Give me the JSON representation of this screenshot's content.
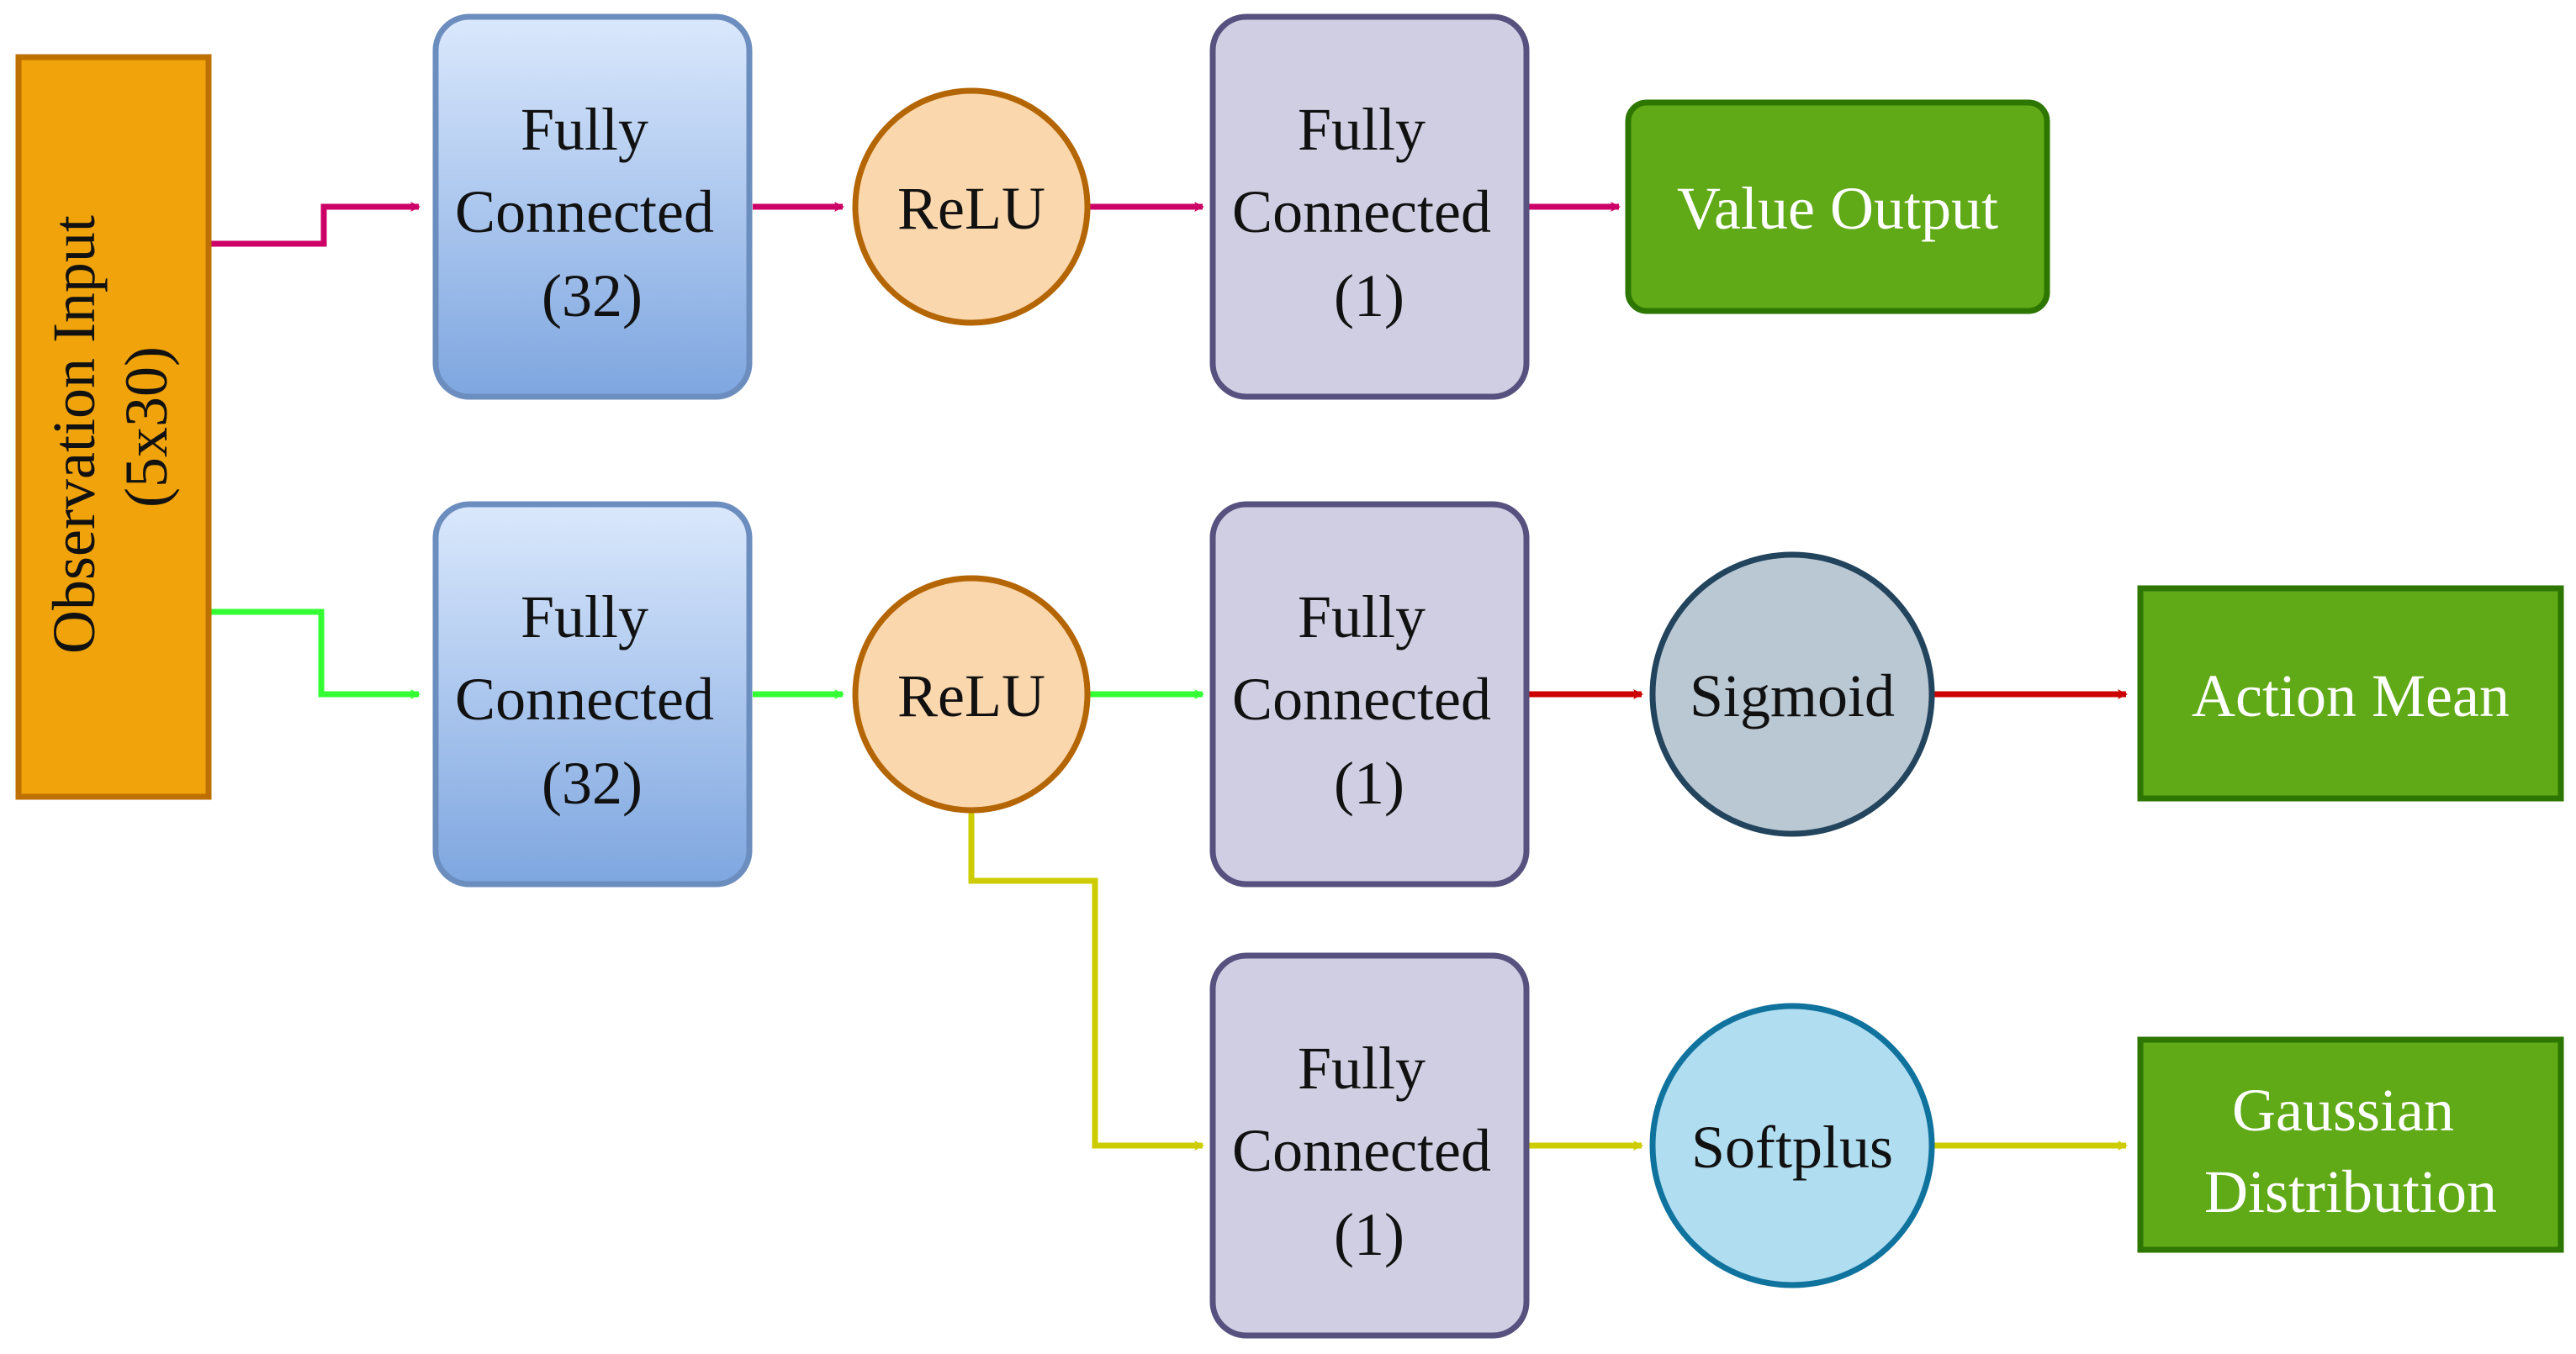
{
  "input": {
    "line1": "Observation Input",
    "line2": "(5x30)"
  },
  "value_branch": {
    "fc1": {
      "line1": "Fully",
      "line2": "Connected",
      "line3": "(32)"
    },
    "relu": "ReLU",
    "fc2": {
      "line1": "Fully",
      "line2": "Connected",
      "line3": "(1)"
    },
    "output": "Value Output"
  },
  "action_branch": {
    "fc1": {
      "line1": "Fully",
      "line2": "Connected",
      "line3": "(32)"
    },
    "relu": "ReLU",
    "fc_mean": {
      "line1": "Fully",
      "line2": "Connected",
      "line3": "(1)"
    },
    "sigmoid": "Sigmoid",
    "mean_output": "Action Mean",
    "fc_std": {
      "line1": "Fully",
      "line2": "Connected",
      "line3": "(1)"
    },
    "softplus": "Softplus",
    "dist_output": {
      "line1": "Gaussian",
      "line2": "Distribution"
    }
  },
  "colors": {
    "input_fill": "#f0a30a",
    "input_stroke": "#bd7000",
    "fc32_fill_top": "#dae8fc",
    "fc32_fill_bottom": "#7ea6e0",
    "fc32_stroke": "#6c8ebf",
    "relu_fill": "#fad7ac",
    "relu_stroke": "#b46504",
    "fc1_fill": "#d0cee2",
    "fc1_stroke": "#56517e",
    "sigmoid_fill": "#bac8d3",
    "sigmoid_stroke": "#23445d",
    "softplus_fill": "#b1ddf0",
    "softplus_stroke": "#10739e",
    "output_fill": "#60a917",
    "output_stroke": "#2d7600",
    "value_edge": "#cc0066",
    "action_edge": "#33ff33",
    "mean_edge": "#cc0000",
    "std_edge": "#cccc00"
  }
}
